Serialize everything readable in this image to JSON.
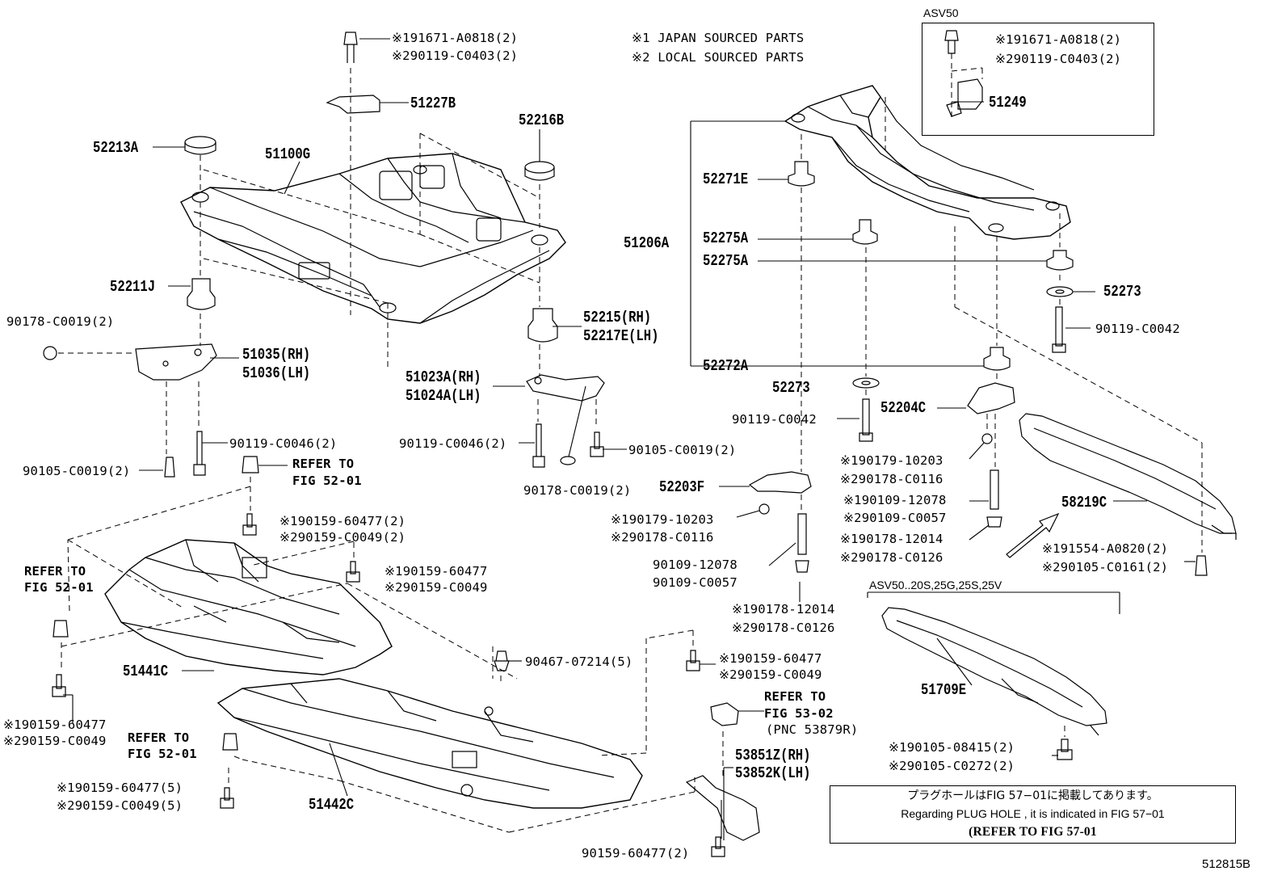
{
  "legend": {
    "line1": "※1 JAPAN SOURCED PARTS",
    "line2": "※2 LOCAL SOURCED PARTS"
  },
  "inset": {
    "title": "ASV50",
    "bolt_a": "※191671-A0818(2)",
    "bolt_b": "※290119-C0403(2)",
    "part": "51249"
  },
  "labels": {
    "top_bolt_a": "※191671-A0818(2)",
    "top_bolt_b": "※290119-C0403(2)",
    "p51227B": "51227B",
    "p52216B": "52216B",
    "p52213A": "52213A",
    "p51100G": "51100G",
    "p52211J": "52211J",
    "p90178_c0019": "90178-C0019(2)",
    "p51035": "51035(RH)",
    "p51036": "51036(LH)",
    "p52215": "52215(RH)",
    "p52217E": "52217E(LH)",
    "p51023A": "51023A(RH)",
    "p51024A": "51024A(LH)",
    "p90119_c0046_a": "90119-C0046(2)",
    "p90105_c0019_a": "90105-C0019(2)",
    "refer1a": "REFER TO",
    "refer1b": "FIG 52-01",
    "p90119_c0046_b": "90119-C0046(2)",
    "p90105_c0019_b": "90105-C0019(2)",
    "p90178_c0019_b": "90178-C0019(2)",
    "mid_bolt_a": "※190159-60477(2)",
    "mid_bolt_b": "※290159-C0049(2)",
    "refer2a": "REFER TO",
    "refer2b": "FIG 52-01",
    "mid2_bolt_a": "※190159-60477",
    "mid2_bolt_b": "※290159-C0049",
    "p51441C": "51441C",
    "p90467": "90467-07214(5)",
    "right_bolt_a": "※190159-60477",
    "right_bolt_b": "※290159-C0049",
    "left_bolt_a": "※190159-60477",
    "left_bolt_b": "※290159-C0049",
    "refer3a": "REFER TO",
    "refer3b": "FIG 52-01",
    "bot_bolt_a": "※190159-60477(5)",
    "bot_bolt_b": "※290159-C0049(5)",
    "p51442C": "51442C",
    "refer4a": "REFER TO",
    "refer4b": "FIG 53-02",
    "refer4c": "(PNC 53879R)",
    "p53851Z": "53851Z(RH)",
    "p53852K": "53852K(LH)",
    "p90159_60477": "90159-60477(2)",
    "p52271E": "52271E",
    "p51206A": "51206A",
    "p52275A_1": "52275A",
    "p52275A_2": "52275A",
    "p52272A": "52272A",
    "p52273_1": "52273",
    "p52273_2": "52273",
    "p90119_c0042_a": "90119-C0042",
    "p90119_c0042_b": "90119-C0042",
    "p52204C": "52204C",
    "r_nut_a": "※190179-10203",
    "r_nut_b": "※290178-C0116",
    "r_stud_a": "※190109-12078",
    "r_stud_b": "※290109-C0057",
    "r_nut2_a": "※190178-12014",
    "r_nut2_b": "※290178-C0126",
    "p52203F": "52203F",
    "c_nut_a": "※190179-10203",
    "c_nut_b": "※290178-C0116",
    "c_stud_a": "90109-12078",
    "c_stud_b": "90109-C0057",
    "c_nut2_a": "※190178-12014",
    "c_nut2_b": "※290178-C0126",
    "p58219C": "58219C",
    "rr_bolt_a": "※191554-A0820(2)",
    "rr_bolt_b": "※290105-C0161(2)",
    "asv_variant": "ASV50..20S,25G,25S,25V",
    "p51709E": "51709E",
    "b709_bolt_a": "※190105-08415(2)",
    "b709_bolt_b": "※290105-C0272(2)"
  },
  "note": {
    "jp": "プラグホールはFIG 57−01に掲載してあります。",
    "en": "Regarding  PLUG  HOLE , it is indicated in  FIG  57−01",
    "refer": "(REFER TO FIG 57-01"
  },
  "figure_id": "512815B"
}
